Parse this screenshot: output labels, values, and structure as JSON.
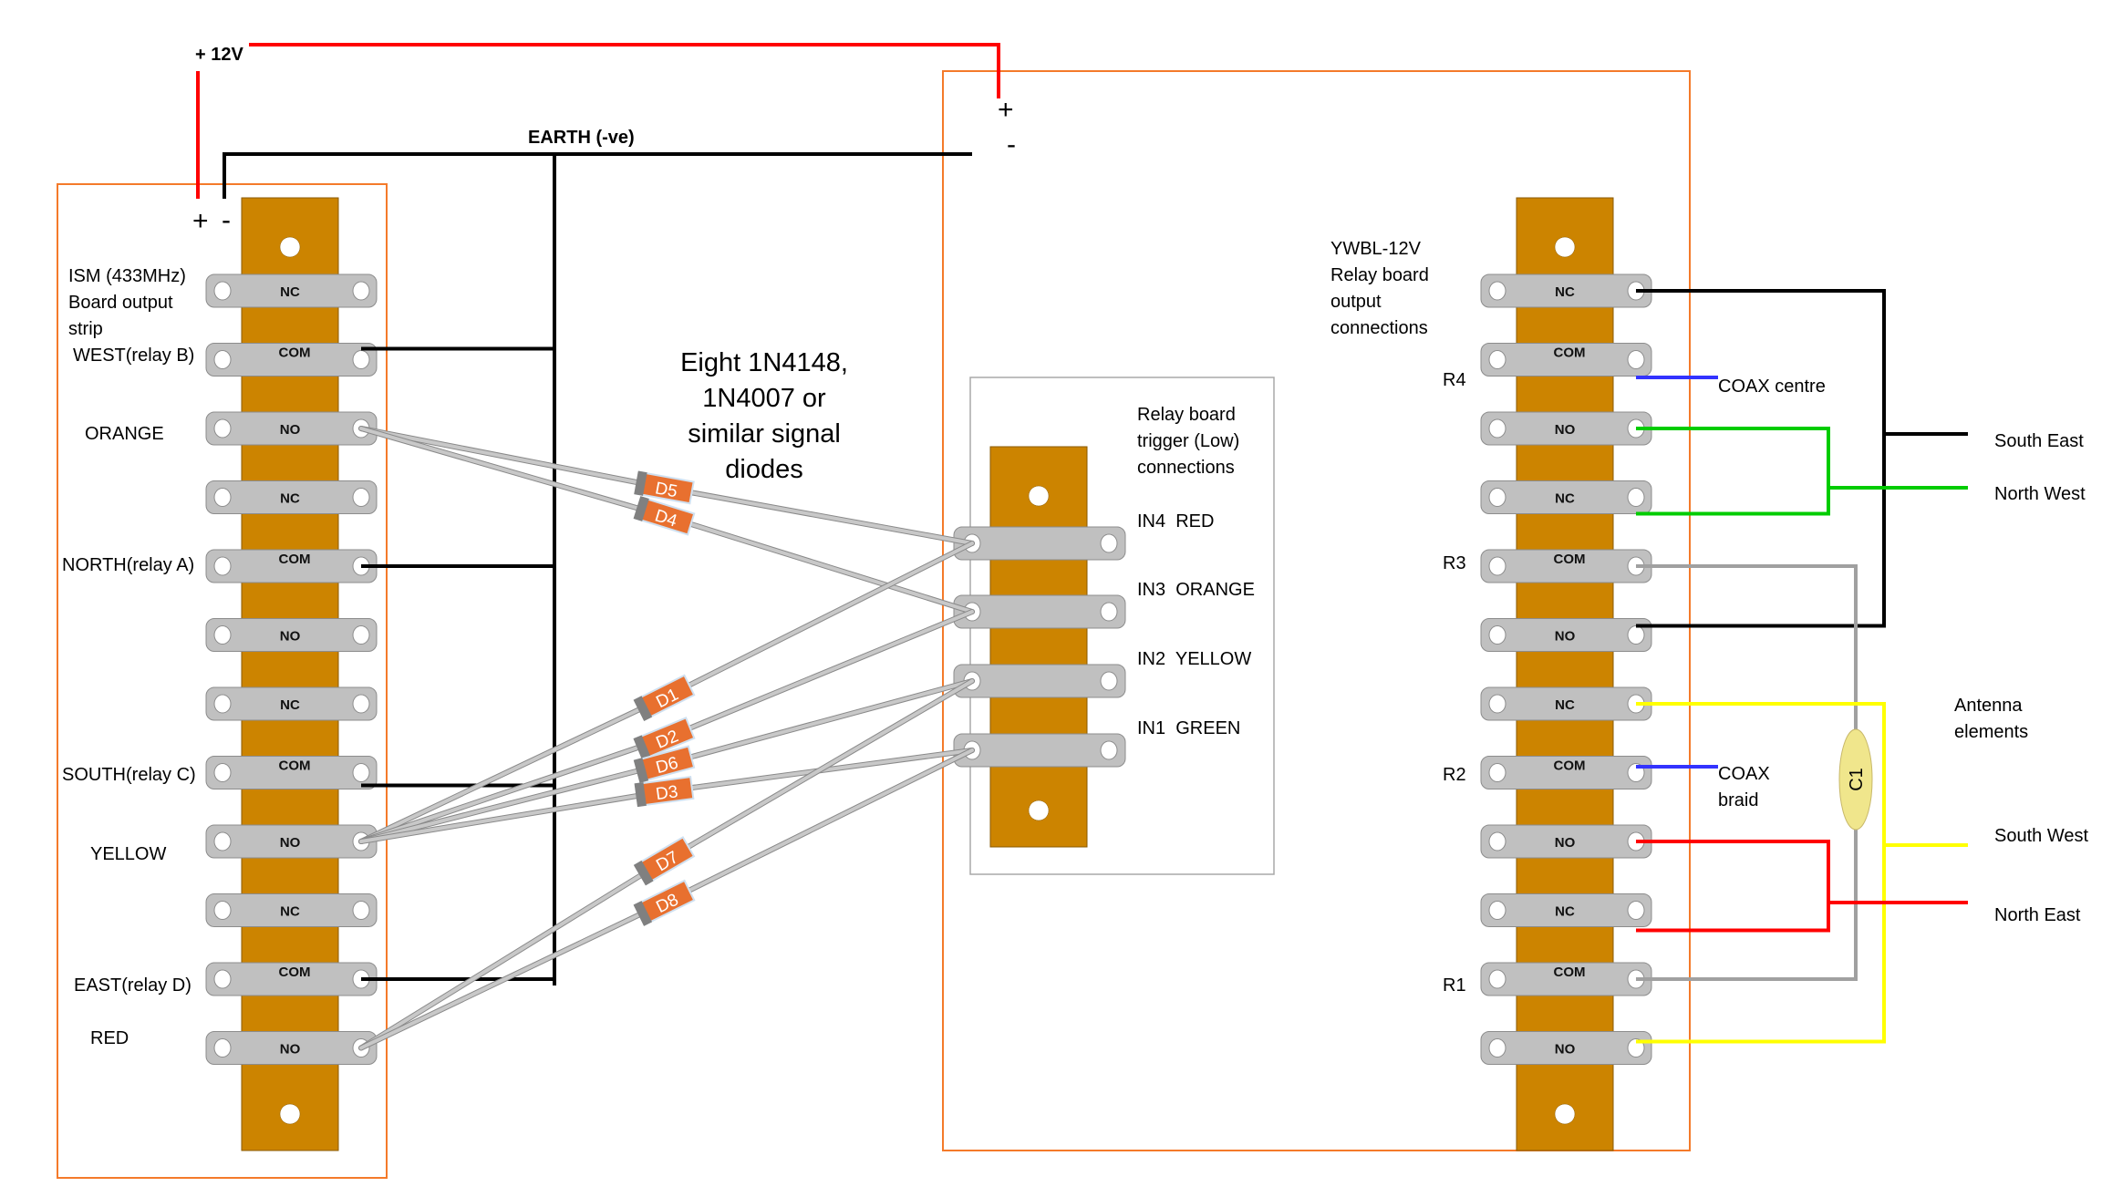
{
  "colors": {
    "board_outline": "#F47A2A",
    "strip": "#CC8400",
    "strip_edge": "#8A5A00",
    "terminal": "#C0C0C0",
    "terminal_edge": "#8C8C8C",
    "trigger_box": "#A8A8A8",
    "wire_power": "#FF0000",
    "wire_earth": "#000000",
    "wire_diode": "#C8C8C8",
    "diode_body": "#E8702F",
    "diode_band": "#808080",
    "wire_black": "#000000",
    "wire_green": "#00CC00",
    "wire_blue": "#3333FF",
    "wire_grey": "#A0A0A0",
    "wire_yellow": "#FFFF00",
    "wire_red": "#FF0000",
    "capacitor": "#F0E68C"
  },
  "power": {
    "plus12v_label": "+ 12V",
    "earth_label": "EARTH (-ve)",
    "plus_sign": "+",
    "minus_sign": "-"
  },
  "ism_board": {
    "title_lines": [
      "ISM (433MHz)",
      "Board output",
      "strip"
    ],
    "terminals": [
      "NC",
      "COM",
      "NO",
      "NC",
      "COM",
      "NO",
      "NC",
      "COM",
      "NO",
      "NC",
      "COM",
      "NO"
    ],
    "side_labels": [
      {
        "row": 1,
        "text": "WEST(relay B)"
      },
      {
        "row": 2,
        "text": "ORANGE"
      },
      {
        "row": 4,
        "text": "NORTH(relay A)"
      },
      {
        "row": 7,
        "text": "SOUTH(relay C)"
      },
      {
        "row": 8,
        "text": "YELLOW"
      },
      {
        "row": 10,
        "text": "EAST(relay D)"
      },
      {
        "row": 11,
        "text": "RED"
      }
    ]
  },
  "diode_note": [
    "Eight 1N4148,",
    "1N4007 or",
    "similar signal",
    "diodes"
  ],
  "diodes": [
    {
      "label": "D5",
      "from_row": 2,
      "to_input": 0
    },
    {
      "label": "D4",
      "from_row": 2,
      "to_input": 1
    },
    {
      "label": "D1",
      "from_row": 8,
      "to_input": 0
    },
    {
      "label": "D2",
      "from_row": 8,
      "to_input": 1
    },
    {
      "label": "D6",
      "from_row": 8,
      "to_input": 2
    },
    {
      "label": "D3",
      "from_row": 8,
      "to_input": 3
    },
    {
      "label": "D7",
      "from_row": 11,
      "to_input": 2
    },
    {
      "label": "D8",
      "from_row": 11,
      "to_input": 3
    }
  ],
  "trigger_board": {
    "title_lines": [
      "Relay board",
      "trigger (Low)",
      "connections"
    ],
    "inputs": [
      "IN4  RED",
      "IN3  ORANGE",
      "IN2  YELLOW",
      "IN1  GREEN"
    ]
  },
  "relay_board": {
    "title_lines": [
      "YWBL-12V",
      "Relay board",
      "output",
      "connections"
    ],
    "terminals": [
      "NC",
      "COM",
      "NO",
      "NC",
      "COM",
      "NO",
      "NC",
      "COM",
      "NO",
      "NC",
      "COM",
      "NO"
    ],
    "relay_labels": [
      {
        "row": 1,
        "text": "R4"
      },
      {
        "row": 4,
        "text": "R3"
      },
      {
        "row": 7,
        "text": "R2"
      },
      {
        "row": 10,
        "text": "R1"
      }
    ],
    "coax_centre_label": "COAX centre",
    "coax_braid_lines": [
      "COAX",
      "braid"
    ],
    "capacitor_label": "C1"
  },
  "antenna": {
    "heading_lines": [
      "Antenna",
      "elements"
    ],
    "outputs": [
      "South East",
      "North West",
      "South West",
      "North East"
    ]
  }
}
